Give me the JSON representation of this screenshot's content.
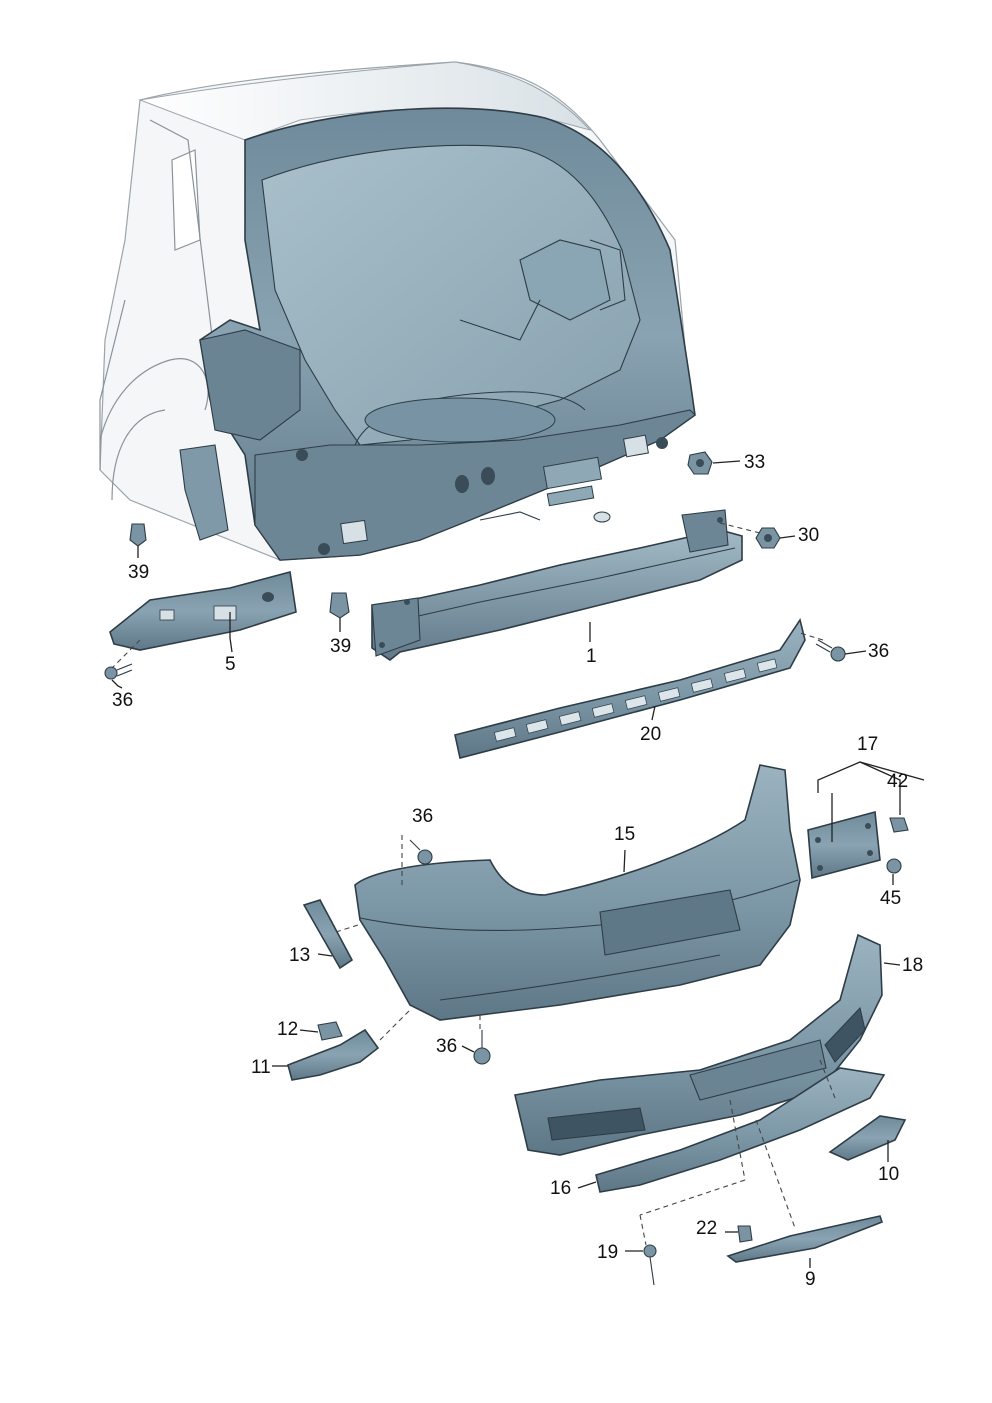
{
  "diagram": {
    "type": "exploded-parts-diagram",
    "callouts": {
      "c1": "1",
      "c5": "5",
      "c9": "9",
      "c10": "10",
      "c11": "11",
      "c12": "12",
      "c13": "13",
      "c15": "15",
      "c16": "16",
      "c17": "17",
      "c18": "18",
      "c19": "19",
      "c20": "20",
      "c22": "22",
      "c30": "30",
      "c33": "33",
      "c36a": "36",
      "c36b": "36",
      "c36c": "36",
      "c36d": "36",
      "c39a": "39",
      "c39b": "39",
      "c42": "42",
      "c45": "45"
    },
    "colors": {
      "part_fill": "#7f9aaa",
      "part_dark": "#5d7686",
      "part_light": "#b7c9d3",
      "glass": "#9fb7c3",
      "body_white": "#f4f5f6",
      "line": "#2e3d47"
    }
  }
}
